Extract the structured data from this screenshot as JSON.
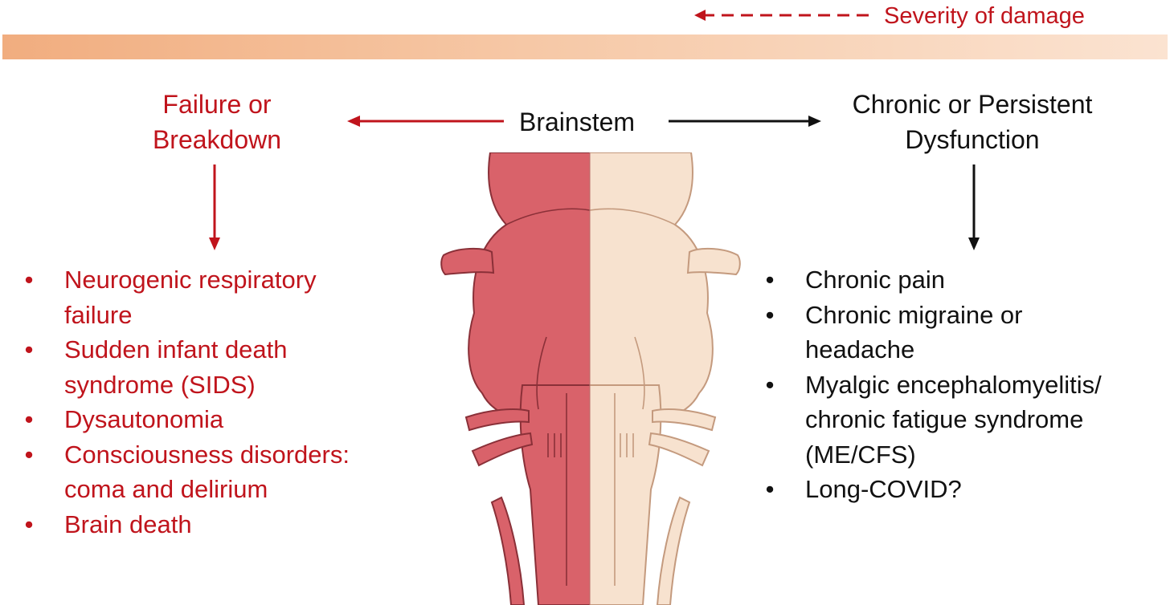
{
  "severity": {
    "label": "Severity of damage"
  },
  "center": {
    "label": "Brainstem"
  },
  "left": {
    "heading_line1": "Failure or",
    "heading_line2": "Breakdown",
    "items": [
      {
        "line1": "Neurogenic respiratory",
        "line2": "failure"
      },
      {
        "line1": "Sudden infant death",
        "line2": "syndrome (SIDS)"
      },
      {
        "line1": "Dysautonomia",
        "line2": ""
      },
      {
        "line1": "Consciousness disorders:",
        "line2": "coma and delirium"
      },
      {
        "line1": "Brain death",
        "line2": ""
      }
    ]
  },
  "right": {
    "heading_line1": "Chronic or Persistent",
    "heading_line2": "Dysfunction",
    "items": [
      {
        "line1": "Chronic pain",
        "line2": "",
        "line3": ""
      },
      {
        "line1": "Chronic migraine or",
        "line2": "headache",
        "line3": ""
      },
      {
        "line1": "Myalgic encephalomyelitis/",
        "line2": "chronic fatigue syndrome",
        "line3": "(ME/CFS)"
      },
      {
        "line1": "Long-COVID?",
        "line2": "",
        "line3": ""
      }
    ]
  },
  "colors": {
    "failure_red": "#c0141c",
    "dysfunction_black": "#111111",
    "brainstem_damaged": "#d9626a",
    "brainstem_healthy": "#f7e2cf"
  }
}
